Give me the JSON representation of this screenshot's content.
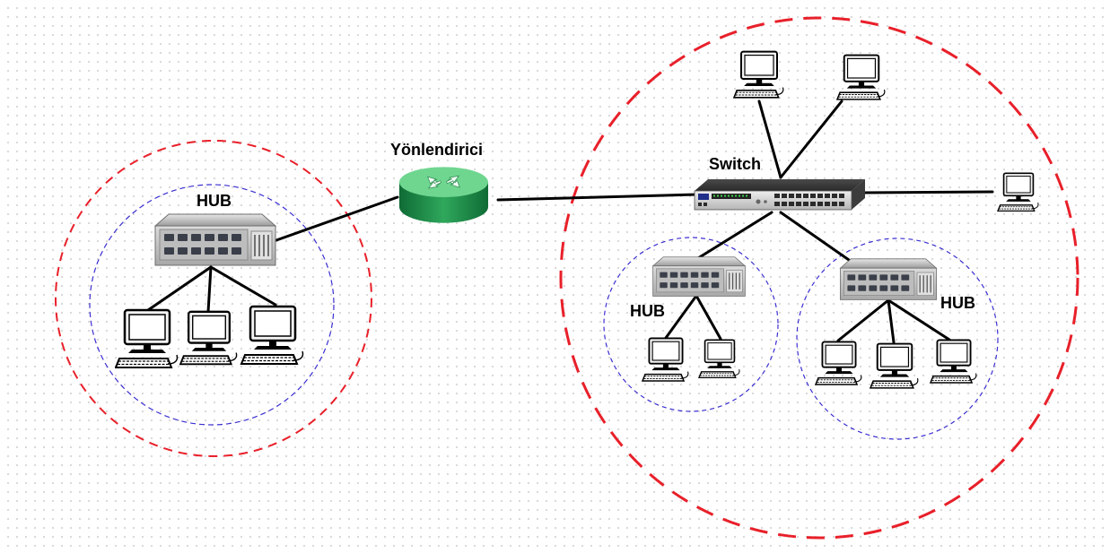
{
  "labels": {
    "router": "Yönlendirici",
    "switch": "Switch",
    "hub_left": "HUB",
    "hub_right_a": "HUB",
    "hub_right_b": "HUB"
  },
  "colors": {
    "collision_domain_boundary": "#e8202a",
    "hub_domain_boundary": "#3a2fd0",
    "link": "#000000",
    "router": "#2e9e5b"
  },
  "icons": {
    "router": "router-icon",
    "switch": "switch-icon",
    "hub": "hub-icon",
    "workstation": "workstation-icon"
  }
}
